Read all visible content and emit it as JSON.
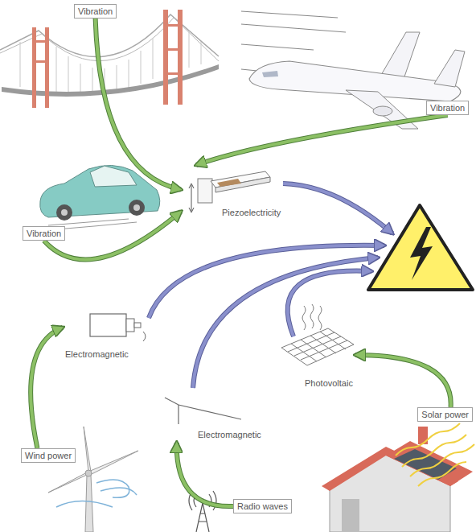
{
  "diagram": {
    "nodes": [
      {
        "text": [
          "Vibration"
        ]
      },
      {
        "text": [
          "Vibration"
        ]
      },
      {
        "text": [
          "Vibration"
        ]
      },
      {
        "text": [
          "Piezoelectricity"
        ]
      },
      {
        "text": [
          "Electromagnetic"
        ]
      },
      {
        "text": [
          "Electromagnetic"
        ]
      },
      {
        "text": [
          "Photovoltaic"
        ]
      },
      {
        "text": [
          "Wind power"
        ]
      },
      {
        "text": [
          "Radio waves"
        ]
      },
      {
        "text": [
          "Solar power"
        ]
      }
    ],
    "edges": [
      {
        "from": 0,
        "to": 3,
        "arrow": "to"
      },
      {
        "from": 1,
        "to": 3,
        "arrow": "to"
      },
      {
        "from": 2,
        "to": 3,
        "arrow": "to"
      },
      {
        "from": 7,
        "to": 4,
        "arrow": "to"
      },
      {
        "from": 8,
        "to": 5,
        "arrow": "to"
      },
      {
        "from": 9,
        "to": 6,
        "arrow": "to"
      }
    ]
  }
}
